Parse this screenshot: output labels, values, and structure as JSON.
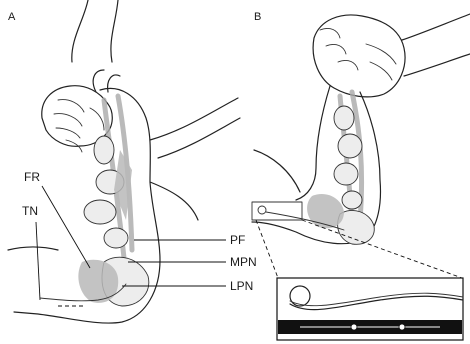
{
  "panels": {
    "a": {
      "letter": "A"
    },
    "b": {
      "letter": "B"
    }
  },
  "labels": {
    "fr": "FR",
    "tn": "TN",
    "pf": "PF",
    "mpn": "MPN",
    "lpn": "LPN"
  }
}
